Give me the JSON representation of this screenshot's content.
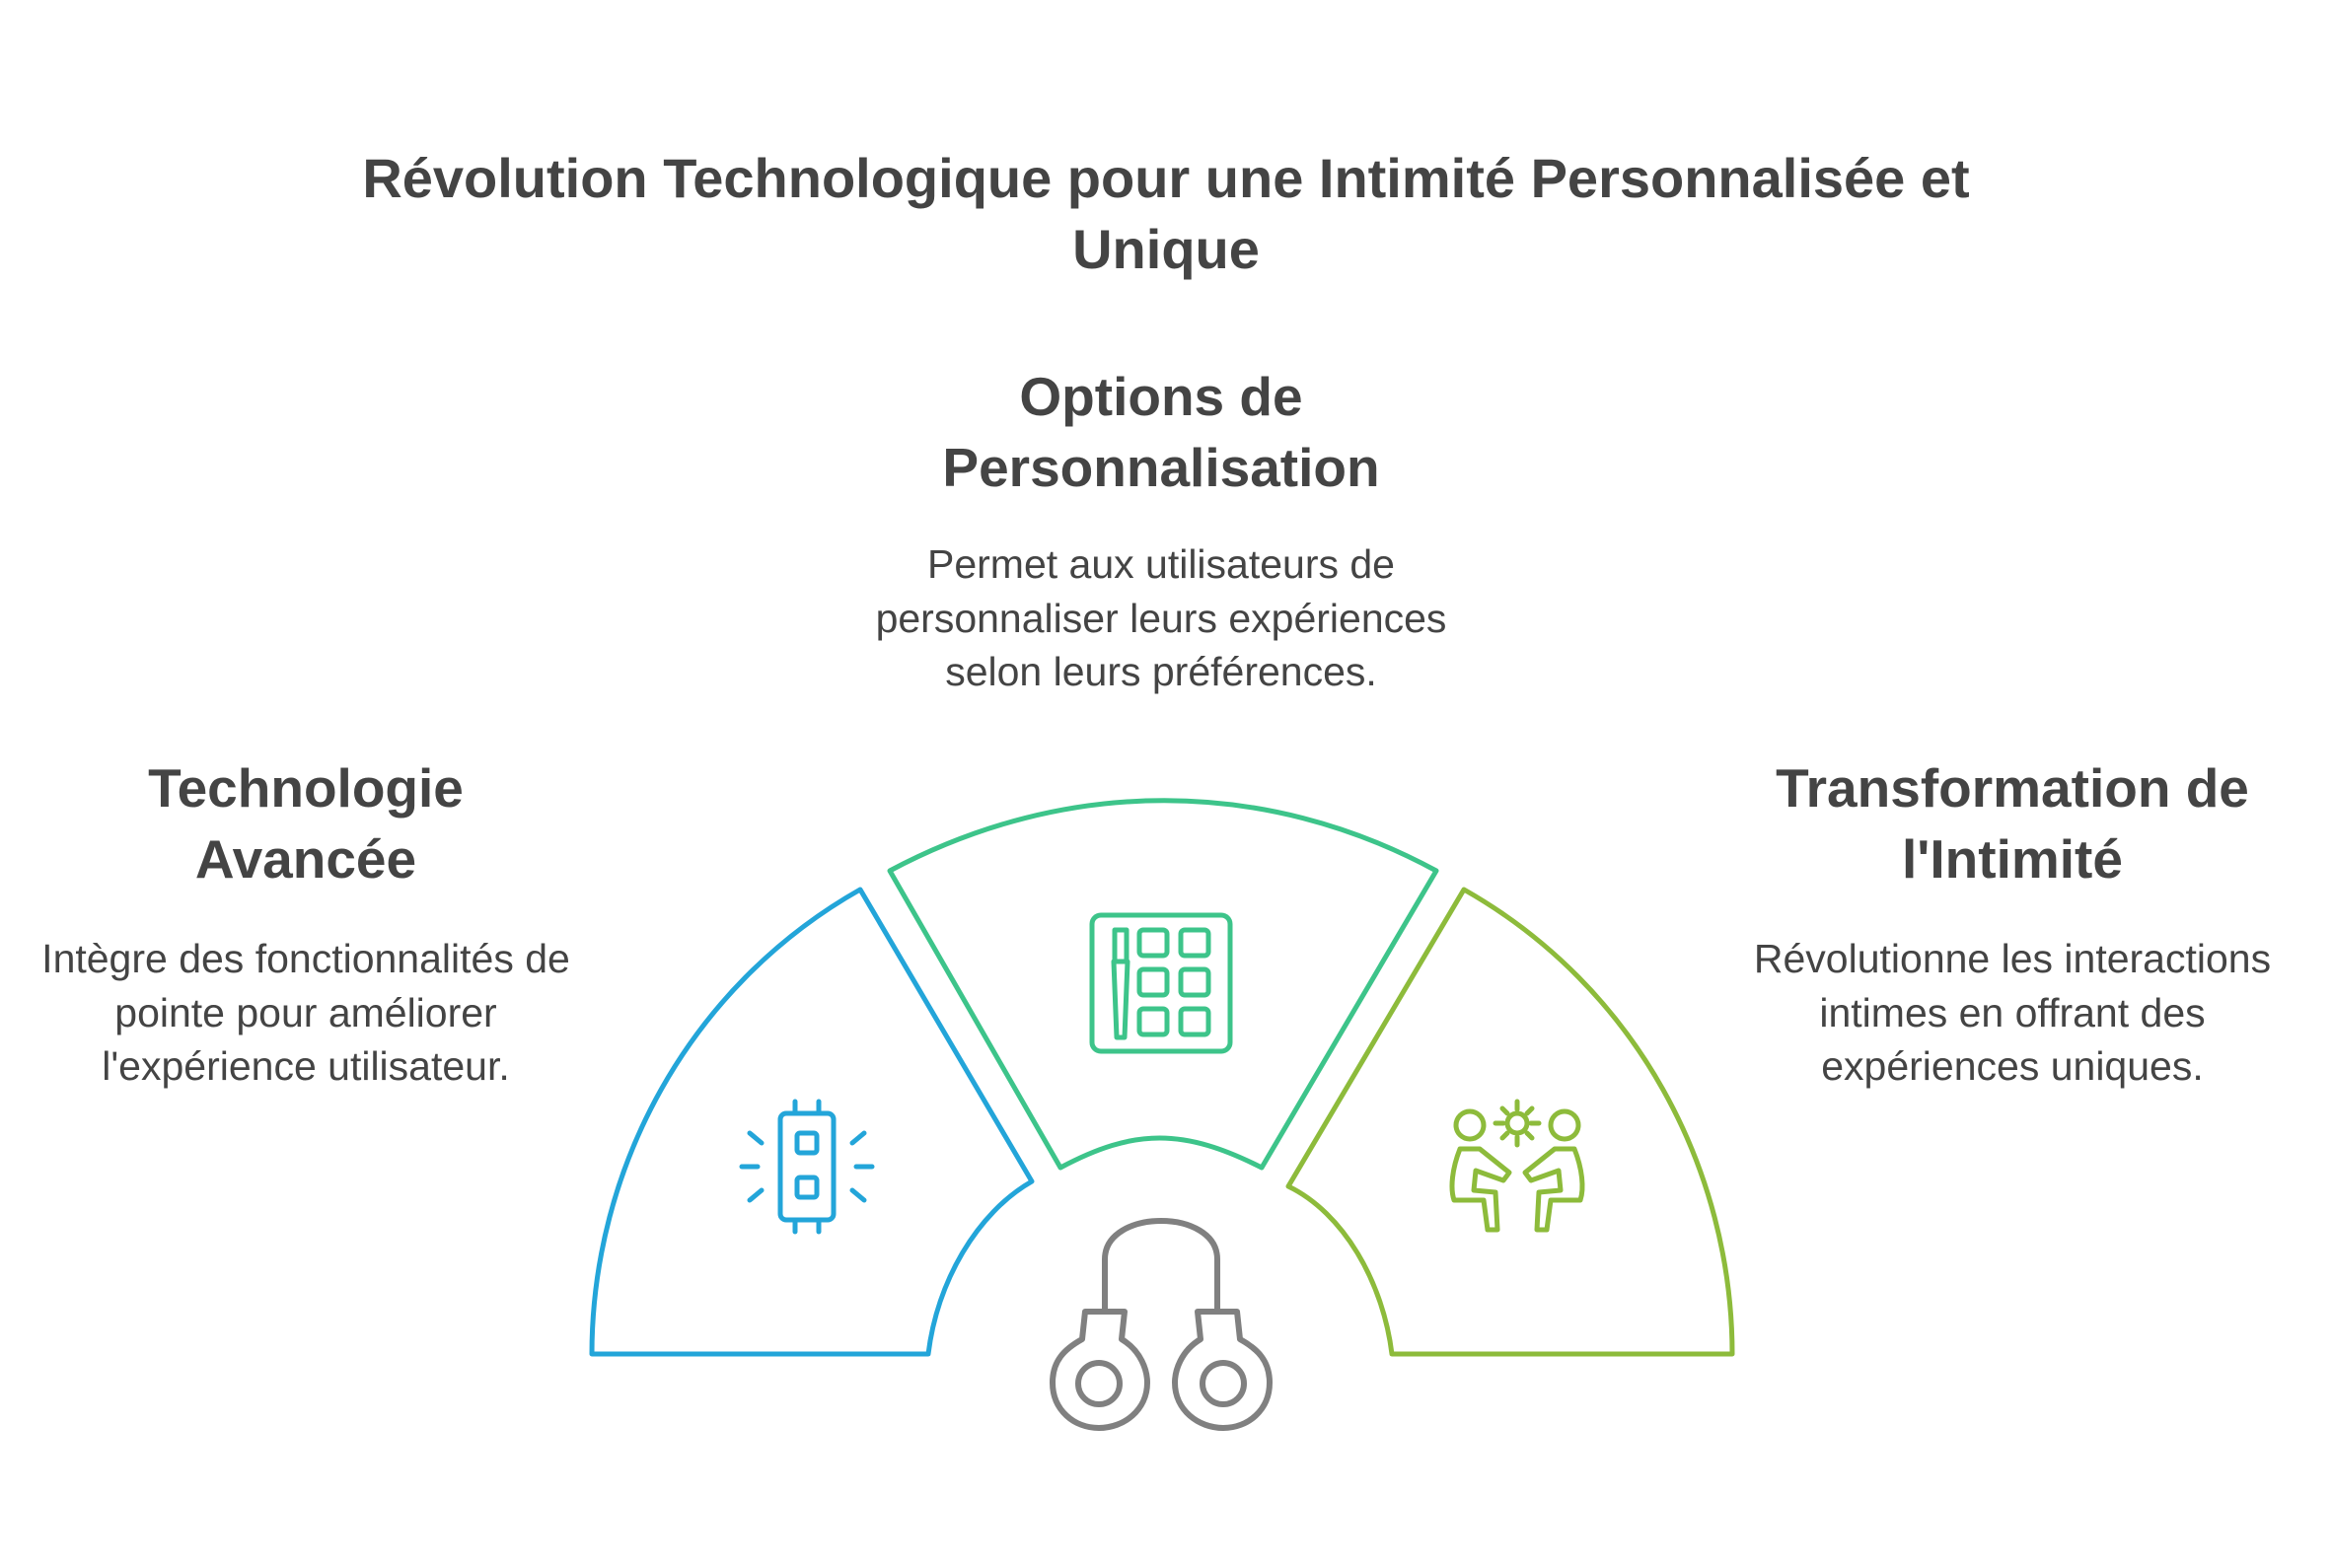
{
  "title": "Révolution Technologique pour une Intimité Personnalisée et Unique",
  "segments": {
    "left": {
      "heading": "Technologie Avancée",
      "description": "Intègre des fonctionnalités de pointe pour améliorer l'expérience utilisateur.",
      "icon": "microchip-icon",
      "color": "#23A5D9"
    },
    "top": {
      "heading": "Options de Personnalisation",
      "description": "Permet aux utilisateurs de personnaliser leurs expériences selon leurs préférences.",
      "icon": "makeup-palette-icon",
      "color": "#3DC48A"
    },
    "right": {
      "heading": "Transformation de l'Intimité",
      "description": "Révolutionne les interactions intimes en offrant des expériences uniques.",
      "icon": "couple-interaction-icon",
      "color": "#8DBB3B"
    }
  },
  "center_icon": {
    "icon": "handcuffs-icon",
    "color": "#808080"
  }
}
